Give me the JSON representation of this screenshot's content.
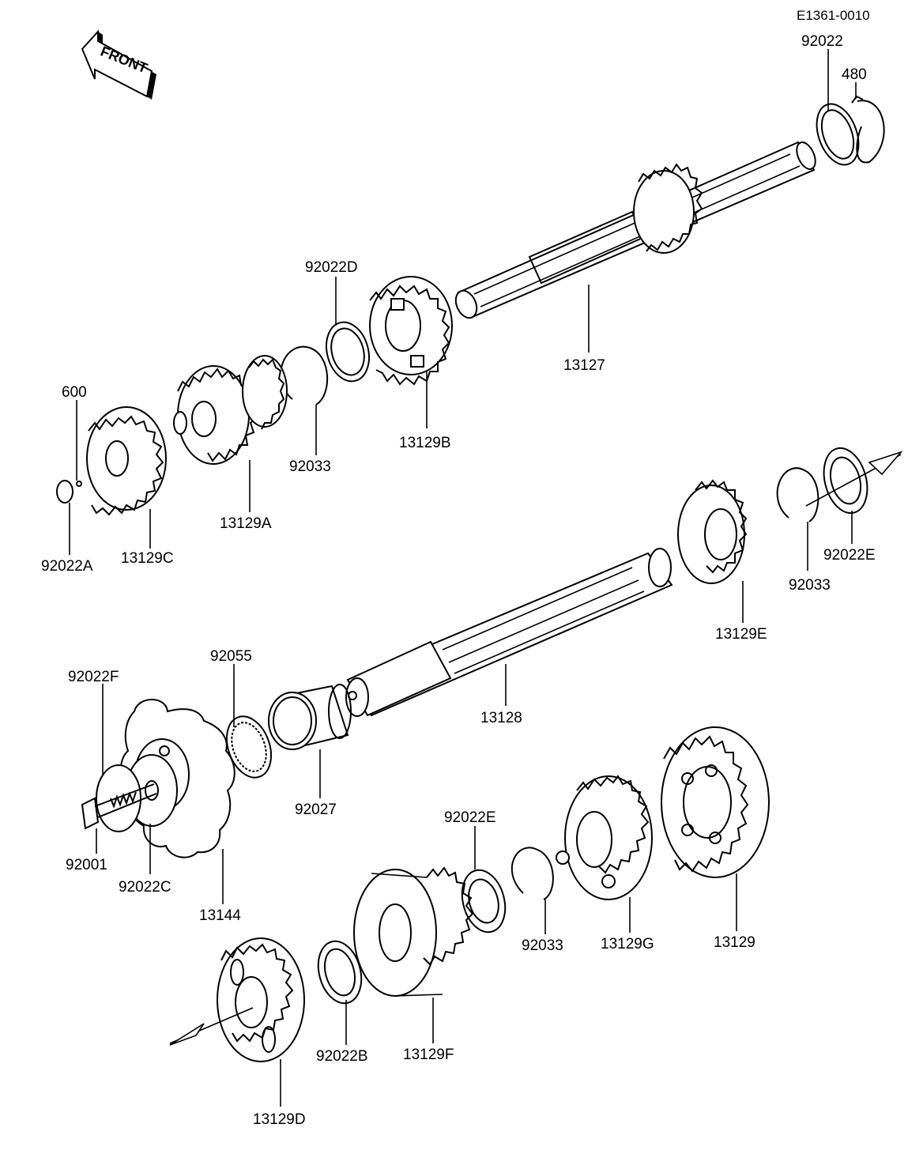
{
  "reference_code": "E1361-0010",
  "front_arrow_text": "FRONT",
  "labels": {
    "p92022_top": "92022",
    "p480": "480",
    "p92022D": "92022D",
    "p13127": "13127",
    "p600": "600",
    "p92033_a": "92033",
    "p13129B": "13129B",
    "p13129A": "13129A",
    "p92022A": "92022A",
    "p13129C": "13129C",
    "p92022E_top": "92022E",
    "p92033_b": "92033",
    "p13129E": "13129E",
    "p92055": "92055",
    "p92022F": "92022F",
    "p13128": "13128",
    "p92027": "92027",
    "p92001": "92001",
    "p92022C": "92022C",
    "p13144": "13144",
    "p92022E_bot": "92022E",
    "p92033_c": "92033",
    "p13129G": "13129G",
    "p13129": "13129",
    "p92022B": "92022B",
    "p13129F": "13129F",
    "p13129D": "13129D"
  }
}
